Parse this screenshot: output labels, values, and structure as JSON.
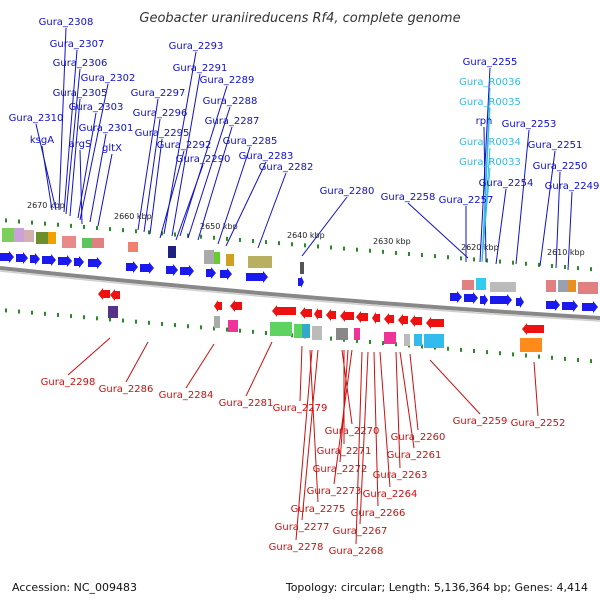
{
  "title": "Geobacter uraniireducens Rf4, complete genome",
  "footer": {
    "accession": "Accession: NC_009483",
    "summary": "Topology: circular; Length: 5,136,364 bp; Genes: 4,414"
  },
  "colors": {
    "forward_label": "#1010cc",
    "reverse_label": "#cc1010",
    "rna_label": "#33bbdd",
    "forward_gene": "#1a1aee",
    "reverse_gene": "#ee1111",
    "backbone": "#888888",
    "tick": "#2a8a2a"
  },
  "scale_ticks": [
    "2670 kbp",
    "2660 kbp",
    "2650 kbp",
    "2640 kbp",
    "2630 kbp",
    "2620 kbp",
    "2610 kbp"
  ],
  "top_labels": [
    "Gura_2308",
    "Gura_2307",
    "Gura_2306",
    "Gura_2302",
    "Gura_2305",
    "Gura_2303",
    "Gura_2310",
    "ksgA",
    "Gura_2301",
    "argS",
    "gltX",
    "Gura_2297",
    "Gura_2296",
    "Gura_2295",
    "Gura_2293",
    "Gura_2291",
    "Gura_2289",
    "Gura_2288",
    "Gura_2287",
    "Gura_2292",
    "Gura_2290",
    "Gura_2285",
    "Gura_2283",
    "Gura_2282",
    "Gura_2280",
    "Gura_2258",
    "Gura_2255",
    "rph",
    "Gura_2257",
    "Gura_2254",
    "Gura_2253",
    "Gura_2251",
    "Gura_2250",
    "Gura_2249"
  ],
  "rna_labels": [
    "Gura_R0036",
    "Gura_R0035",
    "Gura_R0034",
    "Gura_R0033"
  ],
  "bottom_labels": [
    "Gura_2298",
    "Gura_2286",
    "Gura_2284",
    "Gura_2281",
    "Gura_2279",
    "Gura_2270",
    "Gura_2271",
    "Gura_2272",
    "Gura_2273",
    "Gura_2275",
    "Gura_2277",
    "Gura_2278",
    "Gura_2260",
    "Gura_2261",
    "Gura_2263",
    "Gura_2264",
    "Gura_2266",
    "Gura_2267",
    "Gura_2268",
    "Gura_2259",
    "Gura_2252"
  ]
}
